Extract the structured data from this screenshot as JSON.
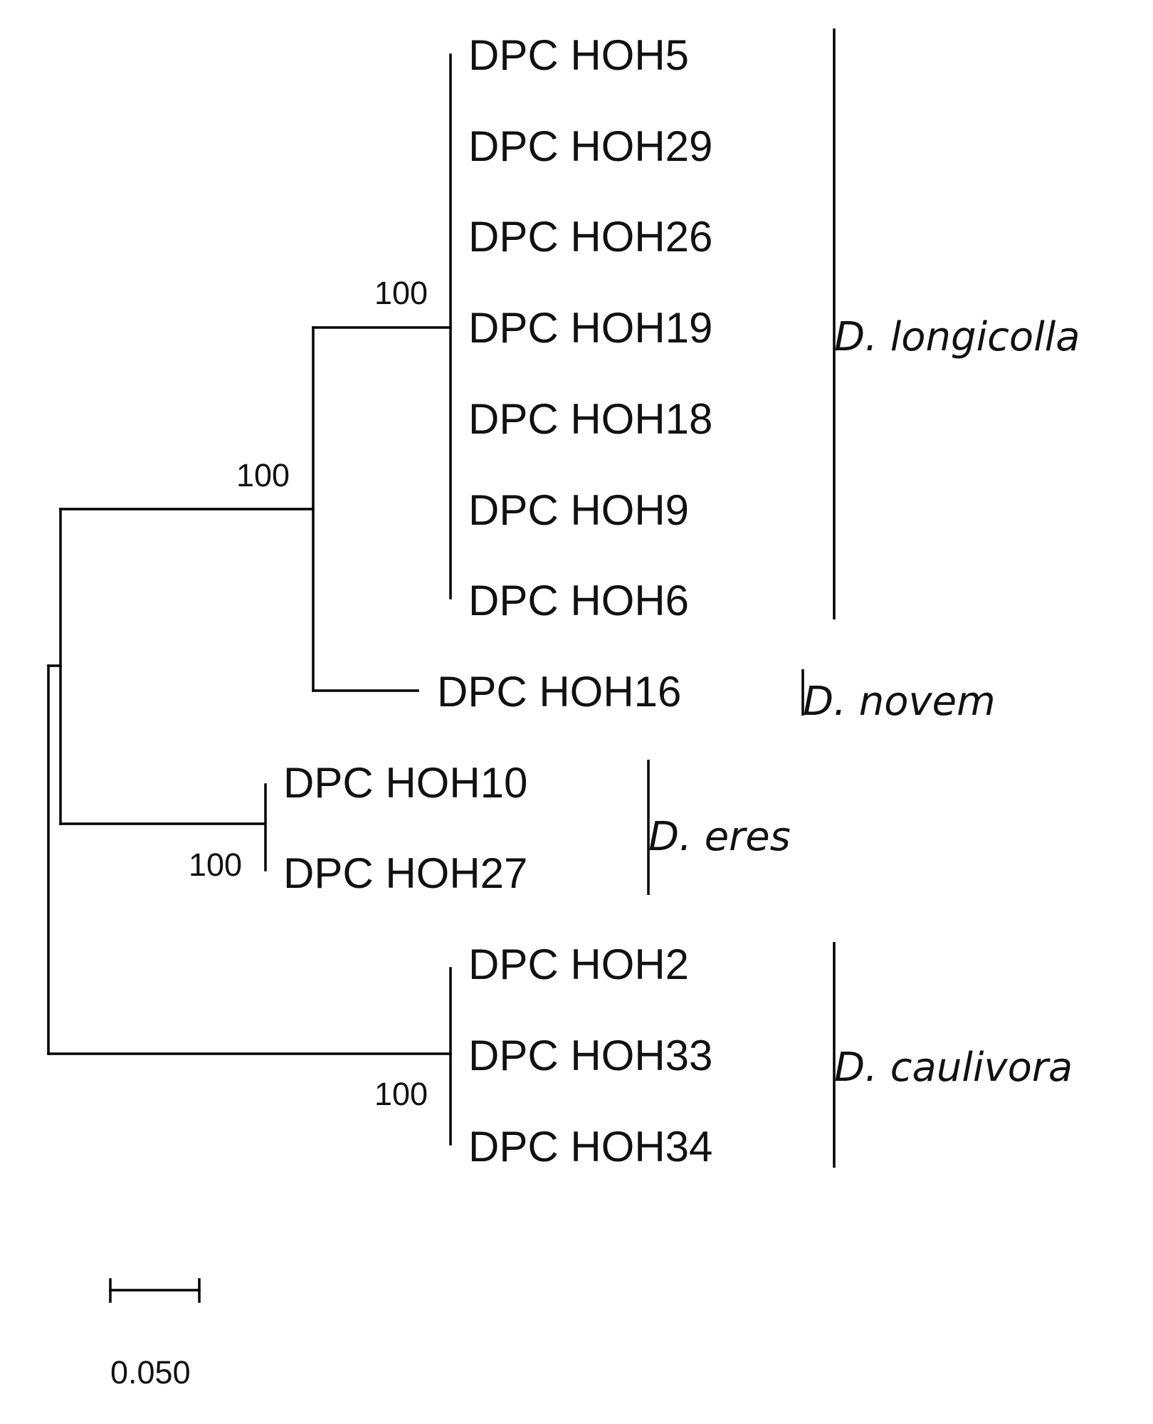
{
  "taxa": {
    "hoh5": "DPC HOH5",
    "hoh29": "DPC HOH29",
    "hoh26": "DPC HOH26",
    "hoh19": "DPC HOH19",
    "hoh18": "DPC HOH18",
    "hoh9": "DPC HOH9",
    "hoh6": "DPC HOH6",
    "hoh16": "DPC HOH16",
    "hoh10": "DPC HOH10",
    "hoh27": "DPC HOH27",
    "hoh2": "DPC HOH2",
    "hoh33": "DPC HOH33",
    "hoh34": "DPC HOH34"
  },
  "support": {
    "longicolla_node": "100",
    "longicolla_novem_node": "100",
    "eres_node": "100",
    "caulivora_node": "100"
  },
  "species": {
    "longicolla": "D. longicolla",
    "novem": "D. novem",
    "eres": "D. eres",
    "caulivora": "D. caulivora"
  },
  "scale_bar": {
    "label": "0.050"
  }
}
